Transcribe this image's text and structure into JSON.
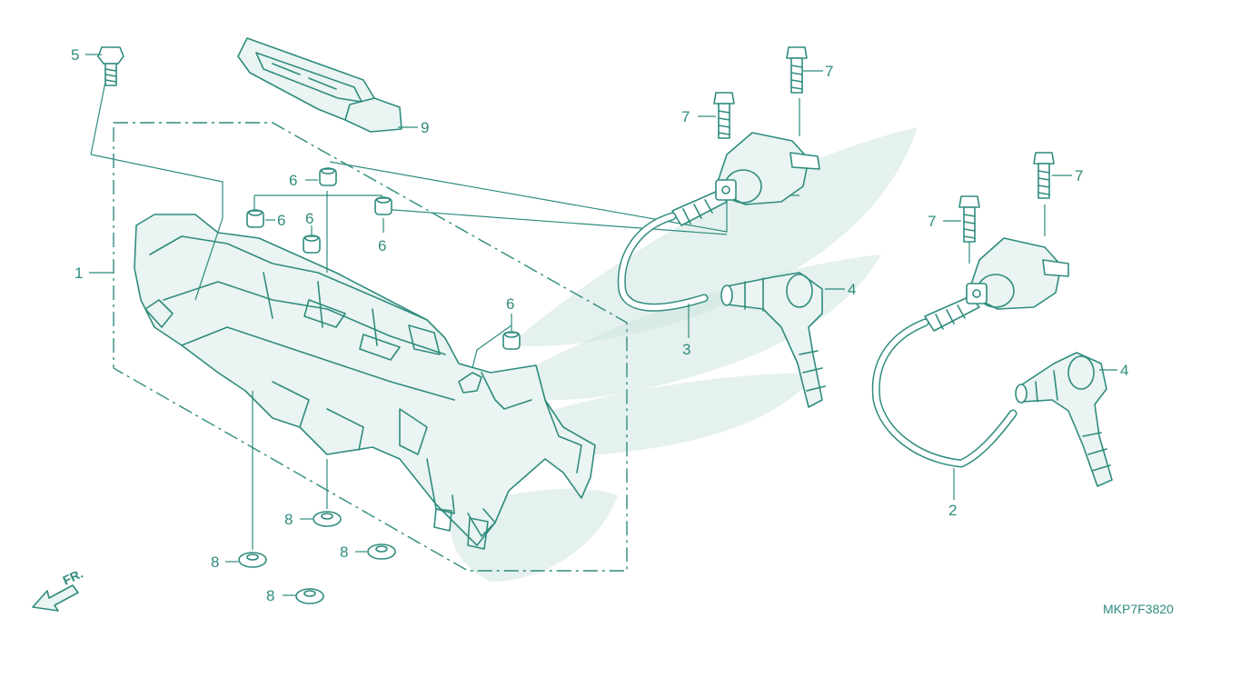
{
  "diagram_code": "MKP7F3820",
  "direction_label": "FR.",
  "callouts": {
    "c1": "1",
    "c2": "2",
    "c3": "3",
    "c4a": "4",
    "c4b": "4",
    "c5": "5",
    "c6a": "6",
    "c6b": "6",
    "c6c": "6",
    "c6d": "6",
    "c6e": "6",
    "c7a": "7",
    "c7b": "7",
    "c7c": "7",
    "c7d": "7",
    "c8a": "8",
    "c8b": "8",
    "c8c": "8",
    "c8d": "8",
    "c9": "9"
  },
  "colors": {
    "line": "#2f8c7e",
    "watermark": "#cfe5e0",
    "background": "#ffffff"
  }
}
